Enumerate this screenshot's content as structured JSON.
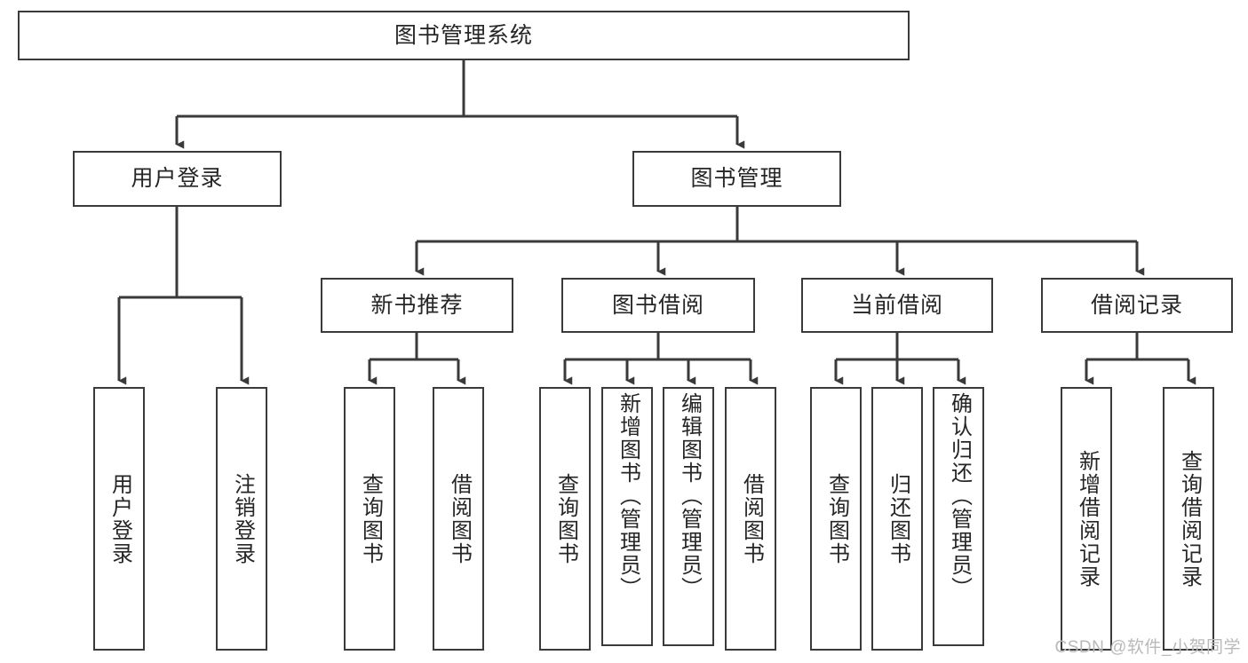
{
  "diagram": {
    "type": "tree-hierarchy-chart",
    "title": "图书管理系统",
    "stroke_color": "#3a3a3a",
    "text_color": "#262626",
    "background_color": "#ffffff",
    "root": {
      "id": "root",
      "label": "图书管理系统",
      "orientation": "horizontal"
    },
    "level2": [
      {
        "id": "user-login",
        "label": "用户登录",
        "orientation": "horizontal"
      },
      {
        "id": "book-manage",
        "label": "图书管理",
        "orientation": "horizontal"
      }
    ],
    "level3": [
      {
        "id": "new-book-recommend",
        "label": "新书推荐",
        "orientation": "horizontal"
      },
      {
        "id": "book-borrow",
        "label": "图书借阅",
        "orientation": "horizontal"
      },
      {
        "id": "current-borrow",
        "label": "当前借阅",
        "orientation": "horizontal"
      },
      {
        "id": "borrow-record",
        "label": "借阅记录",
        "orientation": "horizontal"
      }
    ],
    "leaves": [
      {
        "id": "leaf-user-login",
        "label": "用户登录",
        "parent": "user-login",
        "orientation": "vertical",
        "align": "centered"
      },
      {
        "id": "leaf-logout-login",
        "label": "注销登录",
        "parent": "user-login",
        "orientation": "vertical",
        "align": "centered"
      },
      {
        "id": "leaf-query-book-1",
        "label": "查询图书",
        "parent": "new-book-recommend",
        "orientation": "vertical",
        "align": "centered"
      },
      {
        "id": "leaf-borrow-book-1",
        "label": "借阅图书",
        "parent": "new-book-recommend",
        "orientation": "vertical",
        "align": "centered"
      },
      {
        "id": "leaf-query-book-2",
        "label": "查询图书",
        "parent": "book-borrow",
        "orientation": "vertical",
        "align": "centered"
      },
      {
        "id": "leaf-add-book-admin",
        "label": "新增图书（管理员）",
        "parent": "book-borrow",
        "orientation": "vertical",
        "align": "top"
      },
      {
        "id": "leaf-edit-book-admin",
        "label": "编辑图书（管理员）",
        "parent": "book-borrow",
        "orientation": "vertical",
        "align": "top"
      },
      {
        "id": "leaf-borrow-book-2",
        "label": "借阅图书",
        "parent": "book-borrow",
        "orientation": "vertical",
        "align": "centered"
      },
      {
        "id": "leaf-query-book-3",
        "label": "查询图书",
        "parent": "current-borrow",
        "orientation": "vertical",
        "align": "centered"
      },
      {
        "id": "leaf-return-book",
        "label": "归还图书",
        "parent": "current-borrow",
        "orientation": "vertical",
        "align": "centered"
      },
      {
        "id": "leaf-confirm-return-admin",
        "label": "确认归还（管理员）",
        "parent": "current-borrow",
        "orientation": "vertical",
        "align": "top"
      },
      {
        "id": "leaf-add-borrow-record",
        "label": "新增借阅记录",
        "parent": "borrow-record",
        "orientation": "vertical",
        "align": "centered"
      },
      {
        "id": "leaf-query-borrow-record",
        "label": "查询借阅记录",
        "parent": "borrow-record",
        "orientation": "vertical",
        "align": "centered"
      }
    ]
  },
  "watermark": {
    "text": "CSDN @软件_小贺同学"
  }
}
